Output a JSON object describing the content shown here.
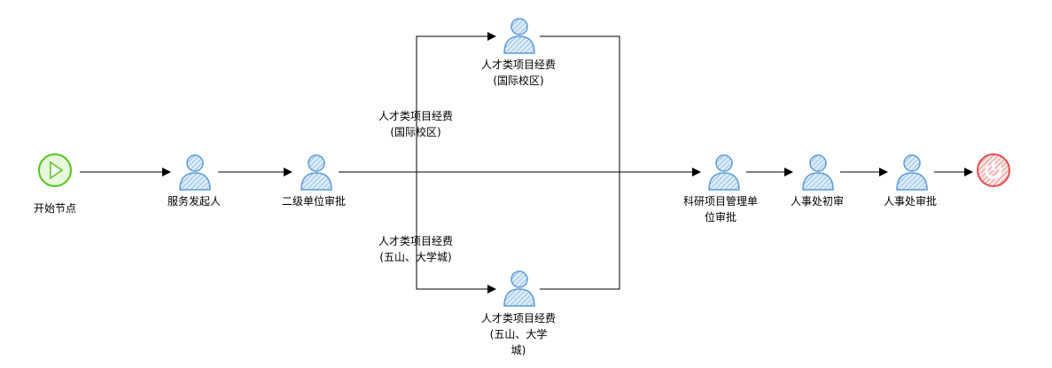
{
  "nodes": {
    "start": {
      "label": "开始节点",
      "icon": "play-icon",
      "color": "#52C41A"
    },
    "initiator": {
      "label": "服务发起人",
      "icon": "user-icon",
      "color": "#5B9BD5"
    },
    "dept_approval": {
      "label": "二级单位审批",
      "icon": "user-icon",
      "color": "#5B9BD5"
    },
    "talent_intl": {
      "label_line1": "人才类项目经费",
      "label_line2": "(国际校区)",
      "icon": "user-icon",
      "color": "#5B9BD5"
    },
    "talent_wushan": {
      "label_line1": "人才类项目经费",
      "label_line2": "(五山、大学",
      "label_line3": "城)",
      "icon": "user-icon",
      "color": "#5B9BD5"
    },
    "research_approval": {
      "label_line1": "科研项目管理单",
      "label_line2": "位审批",
      "icon": "user-icon",
      "color": "#5B9BD5"
    },
    "hr_initial": {
      "label": "人事处初审",
      "icon": "user-icon",
      "color": "#5B9BD5"
    },
    "hr_approval": {
      "label": "人事处审批",
      "icon": "user-icon",
      "color": "#5B9BD5"
    },
    "end": {
      "icon": "power-icon",
      "color": "#E05050"
    }
  },
  "edge_labels": {
    "intl": {
      "line1": "人才类项目经费",
      "line2": "(国际校区)"
    },
    "wushan": {
      "line1": "人才类项目经费",
      "line2": "(五山、大学城)"
    }
  }
}
